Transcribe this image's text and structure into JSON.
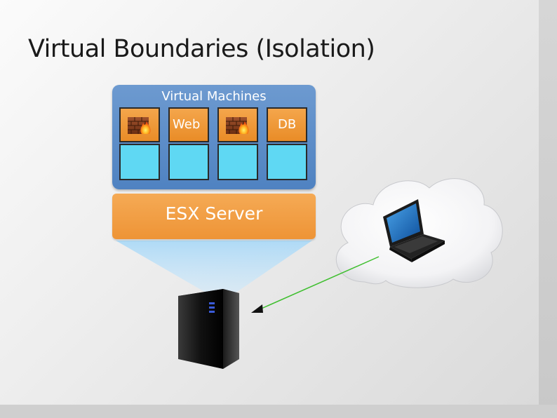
{
  "slide": {
    "title": "Virtual Boundaries (Isolation)"
  },
  "diagram": {
    "vm_group_label": "Virtual Machines",
    "vms": [
      {
        "label": "",
        "firewall": true
      },
      {
        "label": "Web",
        "firewall": false
      },
      {
        "label": "",
        "firewall": true
      },
      {
        "label": "DB",
        "firewall": false
      }
    ],
    "hypervisor_label": "ESX Server",
    "icons": [
      "firewall-icon",
      "server-icon",
      "laptop-icon",
      "cloud-icon"
    ],
    "colors": {
      "vm_panel": "#5a8ac7",
      "vm_top": "#ee9432",
      "vm_bottom": "#5fd8f3",
      "esx": "#f0993b",
      "connection": "#3fbf2f"
    }
  }
}
